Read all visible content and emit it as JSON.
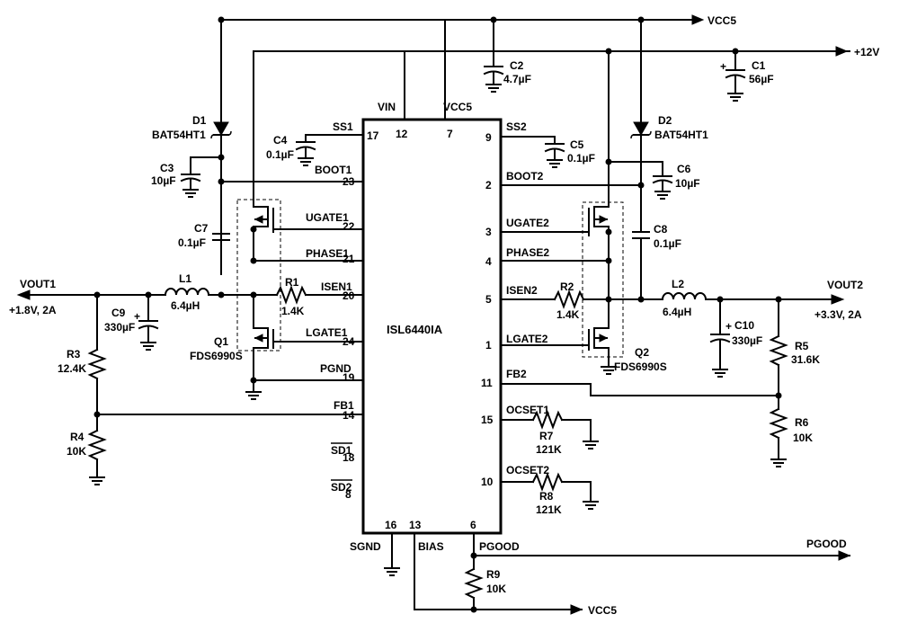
{
  "chip": {
    "name": "ISL6440IA",
    "pins_left": [
      {
        "label": "BOOT1",
        "num": "23"
      },
      {
        "label": "UGATE1",
        "num": "22"
      },
      {
        "label": "PHASE1",
        "num": "21"
      },
      {
        "label": "ISEN1",
        "num": "20"
      },
      {
        "label": "LGATE1",
        "num": "24"
      },
      {
        "label": "PGND",
        "num": "19"
      },
      {
        "label": "FB1",
        "num": "14"
      },
      {
        "label": "SD1",
        "num": "18"
      },
      {
        "label": "SD2",
        "num": "8"
      }
    ],
    "pins_right": [
      {
        "label": "SS2",
        "num": "9"
      },
      {
        "label": "BOOT2",
        "num": "2"
      },
      {
        "label": "UGATE2",
        "num": "3"
      },
      {
        "label": "PHASE2",
        "num": "4"
      },
      {
        "label": "ISEN2",
        "num": "5"
      },
      {
        "label": "LGATE2",
        "num": "1"
      },
      {
        "label": "FB2",
        "num": "11"
      },
      {
        "label": "OCSET1",
        "num": "15"
      },
      {
        "label": "OCSET2",
        "num": "10"
      }
    ],
    "pins_top": [
      {
        "label": "SS1",
        "num": "17"
      },
      {
        "label": "VIN",
        "num": "12"
      },
      {
        "label": "VCC5",
        "num": "7"
      }
    ],
    "pins_bottom": [
      {
        "label": "SGND",
        "num": "16"
      },
      {
        "label": "BIAS",
        "num": "13"
      },
      {
        "label": "PGOOD",
        "num": "6"
      }
    ]
  },
  "rails": {
    "vcc5_top": "VCC5",
    "v12": "+12V",
    "vcc5_bottom": "VCC5",
    "pgood": "PGOOD"
  },
  "outputs": {
    "vout1": {
      "name": "VOUT1",
      "spec": "+1.8V, 2A"
    },
    "vout2": {
      "name": "VOUT2",
      "spec": "+3.3V, 2A"
    }
  },
  "components": {
    "D1": {
      "ref": "D1",
      "value": "BAT54HT1"
    },
    "D2": {
      "ref": "D2",
      "value": "BAT54HT1"
    },
    "C1": {
      "ref": "C1",
      "value": "56µF"
    },
    "C2": {
      "ref": "C2",
      "value": "4.7µF"
    },
    "C3": {
      "ref": "C3",
      "value": "10µF"
    },
    "C4": {
      "ref": "C4",
      "value": "0.1µF"
    },
    "C5": {
      "ref": "C5",
      "value": "0.1µF"
    },
    "C6": {
      "ref": "C6",
      "value": "10µF"
    },
    "C7": {
      "ref": "C7",
      "value": "0.1µF"
    },
    "C8": {
      "ref": "C8",
      "value": "0.1µF"
    },
    "C9": {
      "ref": "C9",
      "value": "330µF"
    },
    "C10": {
      "ref": "C10",
      "value": "330µF"
    },
    "L1": {
      "ref": "L1",
      "value": "6.4µH"
    },
    "L2": {
      "ref": "L2",
      "value": "6.4µH"
    },
    "R1": {
      "ref": "R1",
      "value": "1.4K"
    },
    "R2": {
      "ref": "R2",
      "value": "1.4K"
    },
    "R3": {
      "ref": "R3",
      "value": "12.4K"
    },
    "R4": {
      "ref": "R4",
      "value": "10K"
    },
    "R5": {
      "ref": "R5",
      "value": "31.6K"
    },
    "R6": {
      "ref": "R6",
      "value": "10K"
    },
    "R7": {
      "ref": "R7",
      "value": "121K"
    },
    "R8": {
      "ref": "R8",
      "value": "121K"
    },
    "R9": {
      "ref": "R9",
      "value": "10K"
    },
    "Q1": {
      "ref": "Q1",
      "value": "FDS6990S"
    },
    "Q2": {
      "ref": "Q2",
      "value": "FDS6990S"
    }
  },
  "polarity": {
    "plus": "+"
  }
}
